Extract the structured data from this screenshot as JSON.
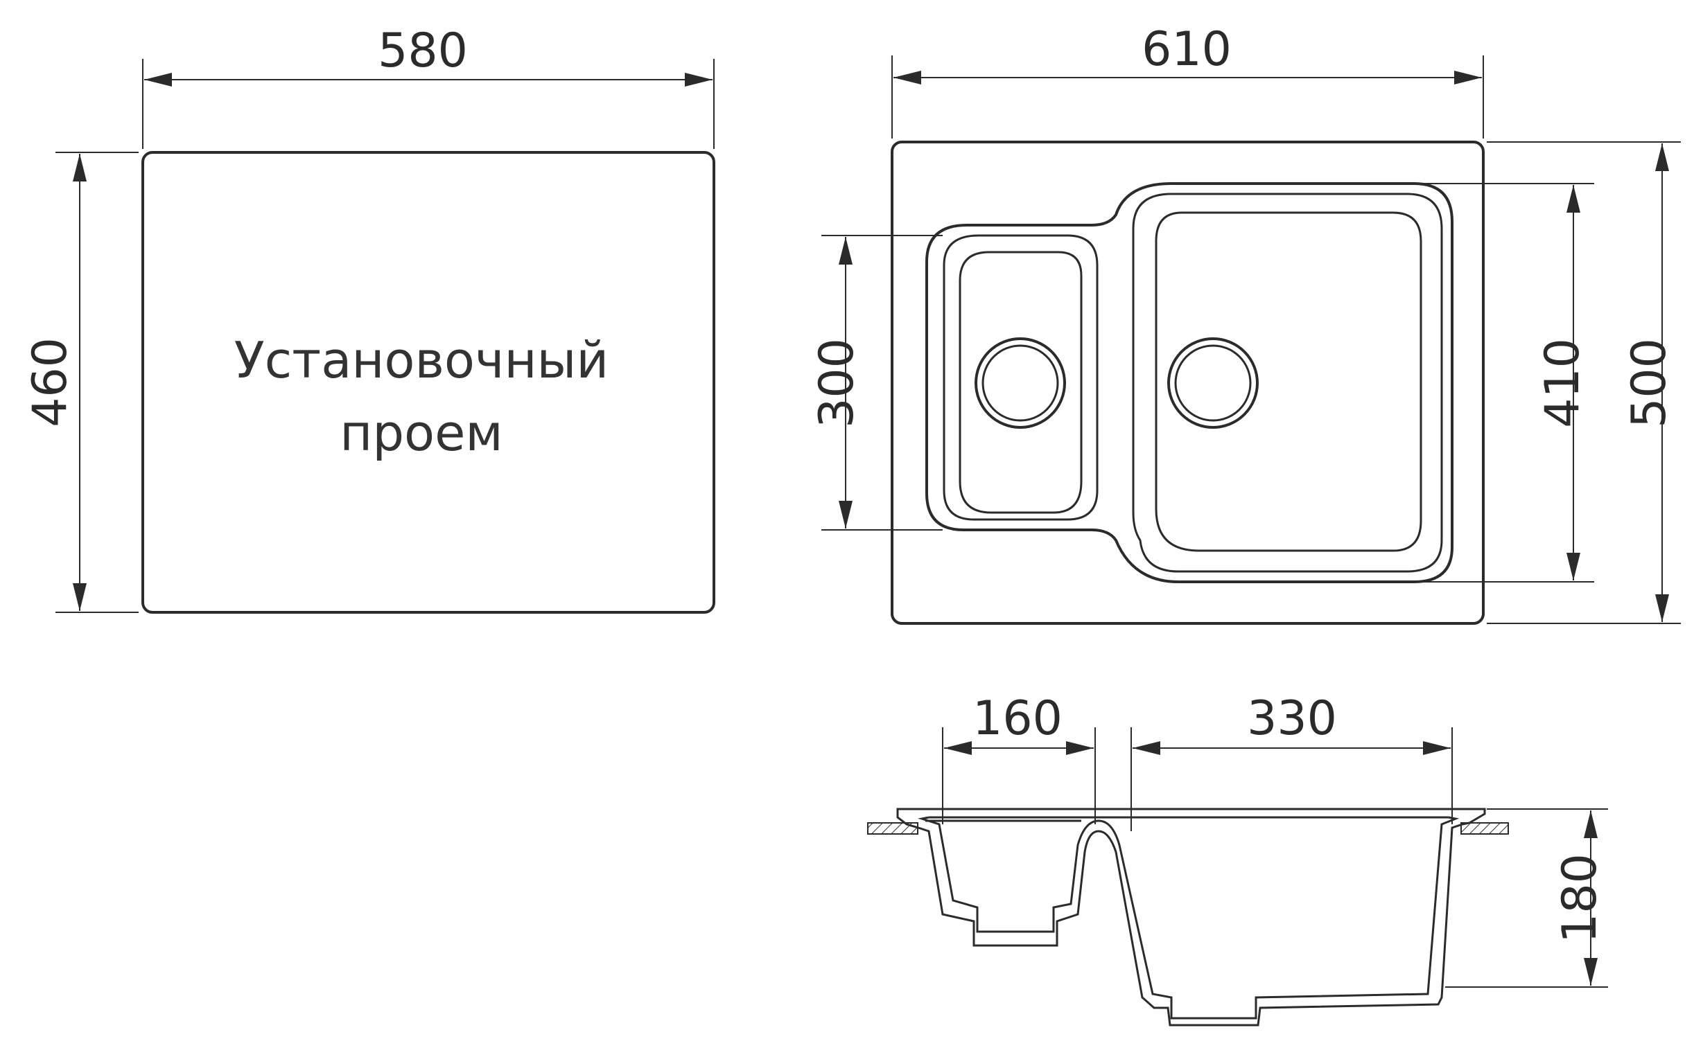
{
  "cutout": {
    "label_line1": "Установочный",
    "label_line2": "проем",
    "width": "580",
    "height": "460"
  },
  "sink_top_view": {
    "overall_width": "610",
    "overall_height": "500",
    "large_bowl_height": "410",
    "small_bowl_height": "300"
  },
  "sink_section": {
    "small_bowl_width": "160",
    "large_bowl_width": "330",
    "depth": "180"
  },
  "colors": {
    "line": "#2b2b2b",
    "background": "#ffffff"
  }
}
